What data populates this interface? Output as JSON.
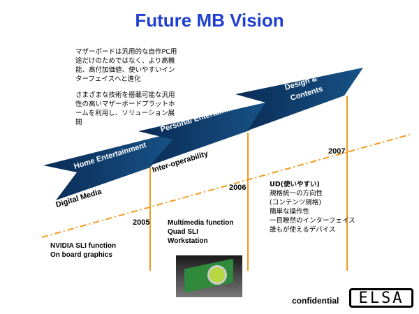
{
  "title": "Future MB Vision",
  "intro": {
    "p1": "マザーボードは汎用的な自作PC用途だけのためではなく、より高機能、高付加価値、使いやすいインターフェイスへと進化",
    "p2": "さまざまな技術を搭載可能な汎用性の高いマザーボードプラットホームを利用し、ソリューション展開"
  },
  "arrows": [
    "Home Entertainment",
    "Personal Entertainment",
    "Design &",
    "Contents"
  ],
  "stages": {
    "digital_media": "Digital Media",
    "inter_operability": "Inter-operability"
  },
  "years": [
    "2005",
    "2006",
    "2007"
  ],
  "features_2005": [
    "NVIDIA SLI function",
    "On board graphics"
  ],
  "features_2006": [
    "Multimedia function",
    "Quad SLI",
    "Workstation"
  ],
  "features_2007": [
    "UD(使いやすい)",
    "規格統一の方向性",
    "(コンテンツ規格)",
    "簡単な操作性",
    "一目瞭然のインターフェイス",
    "誰もが使えるデバイス"
  ],
  "footer": {
    "confidential": "confidential",
    "logo": "ELSA"
  },
  "colors": {
    "title": "#1f3fcf",
    "arrow": "#0f3a66",
    "timeline": "#f39a1e"
  }
}
